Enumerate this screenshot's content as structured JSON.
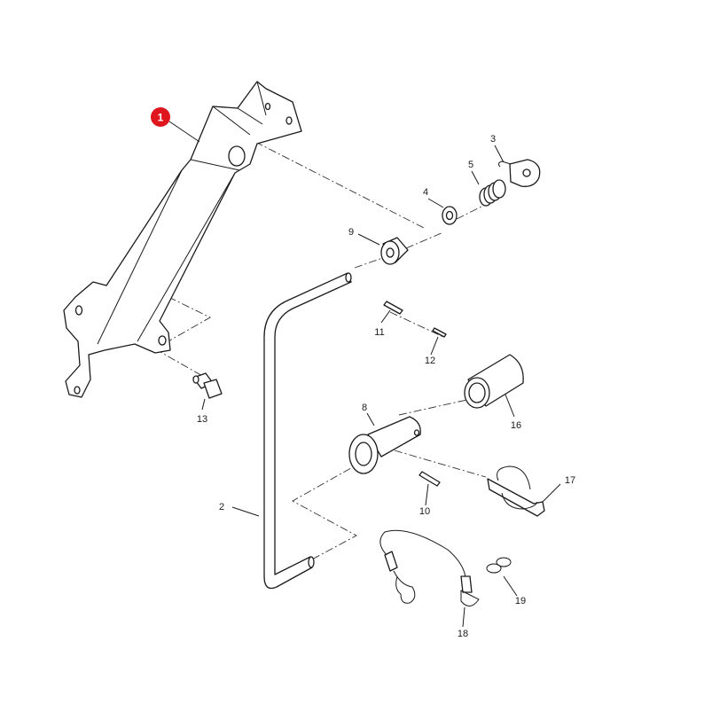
{
  "highlight_color": "#e0161e",
  "callouts": [
    {
      "id": "c1",
      "text": "1",
      "highlighted": true
    },
    {
      "id": "c2",
      "text": "2"
    },
    {
      "id": "c3",
      "text": "3"
    },
    {
      "id": "c4",
      "text": "4"
    },
    {
      "id": "c5",
      "text": "5"
    },
    {
      "id": "c8",
      "text": "8"
    },
    {
      "id": "c9",
      "text": "9"
    },
    {
      "id": "c10",
      "text": "10"
    },
    {
      "id": "c11",
      "text": "11"
    },
    {
      "id": "c12",
      "text": "12"
    },
    {
      "id": "c13",
      "text": "13"
    },
    {
      "id": "c16",
      "text": "16"
    },
    {
      "id": "c17",
      "text": "17"
    },
    {
      "id": "c18",
      "text": "18"
    },
    {
      "id": "c19",
      "text": "19"
    }
  ]
}
